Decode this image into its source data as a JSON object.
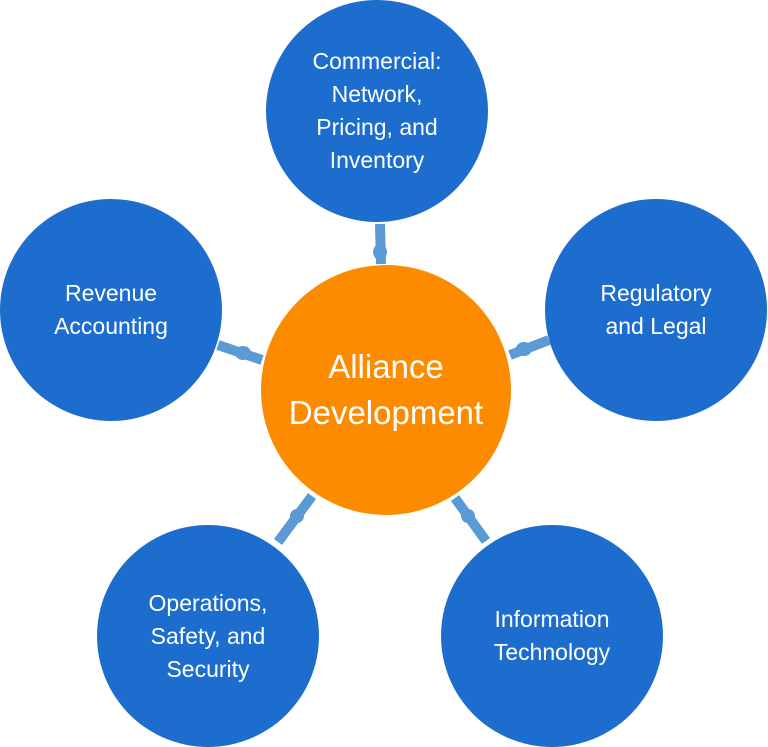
{
  "diagram": {
    "center": {
      "label": "Alliance\nDevelopment",
      "color": "#fd8b00"
    },
    "nodes": [
      {
        "id": "commercial",
        "label": "Commercial:\nNetwork,\nPricing, and\nInventory"
      },
      {
        "id": "regulatory",
        "label": "Regulatory\nand Legal"
      },
      {
        "id": "it",
        "label": "Information\nTechnology"
      },
      {
        "id": "operations",
        "label": "Operations,\nSafety, and\nSecurity"
      },
      {
        "id": "revenue",
        "label": "Revenue\nAccounting"
      }
    ],
    "node_color": "#1c6dce",
    "connector_color": "#5b9bd5"
  }
}
